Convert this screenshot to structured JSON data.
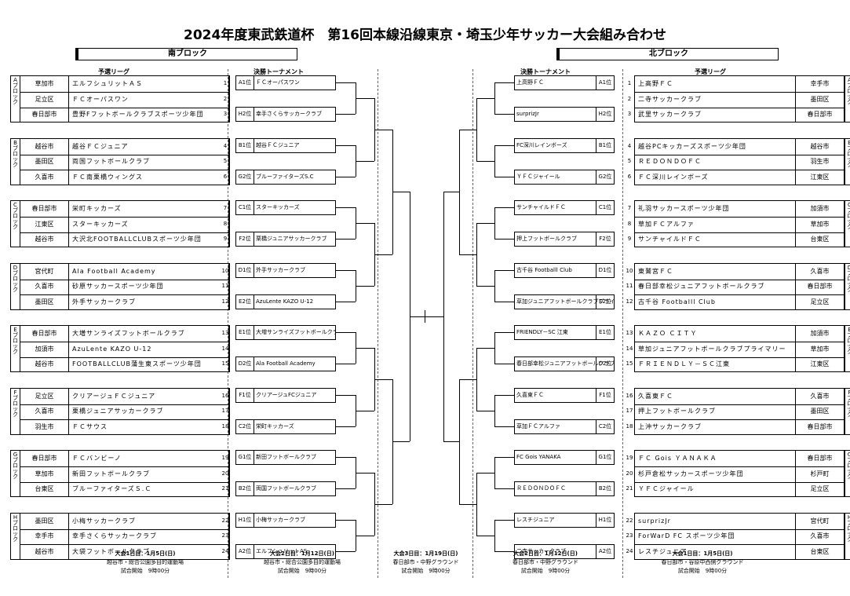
{
  "title": "2024年度東武鉄道杯　第16回本線沿線東京・埼玉少年サッカー大会組み合わせ",
  "south": {
    "header": "南ブロック",
    "prelim_label": "予選リーグ",
    "final_label": "決勝トーナメント",
    "groups": [
      {
        "label": "Aブロック",
        "rows": [
          {
            "city": "草加市",
            "team": "エルフシュリットＡＳ",
            "num": "1"
          },
          {
            "city": "足立区",
            "team": "ＦＣオーパスワン",
            "num": "2"
          },
          {
            "city": "春日部市",
            "team": "豊野Fフットボールクラブスポーツ少年団",
            "num": "3"
          }
        ]
      },
      {
        "label": "Bブロック",
        "rows": [
          {
            "city": "越谷市",
            "team": "越谷ＦＣジュニア",
            "num": "4"
          },
          {
            "city": "墨田区",
            "team": "両国フットボールクラブ",
            "num": "5"
          },
          {
            "city": "久喜市",
            "team": "ＦＣ南栗橋ウィングス",
            "num": "6"
          }
        ]
      },
      {
        "label": "Cブロック",
        "rows": [
          {
            "city": "春日部市",
            "team": "栄町キッカーズ",
            "num": "7"
          },
          {
            "city": "江東区",
            "team": "スターキッカーズ",
            "num": "8"
          },
          {
            "city": "越谷市",
            "team": "大沢北FOOTBALLCLUBスポーツ少年団",
            "num": "9"
          }
        ]
      },
      {
        "label": "Dブロック",
        "rows": [
          {
            "city": "宮代町",
            "team": "Ala Football Academy",
            "num": "10"
          },
          {
            "city": "久喜市",
            "team": "砂原サッカースポーツ少年団",
            "num": "11"
          },
          {
            "city": "墨田区",
            "team": "外手サッカークラブ",
            "num": "12"
          }
        ]
      },
      {
        "label": "Eブロック",
        "rows": [
          {
            "city": "春日部市",
            "team": "大増サンライズフットボールクラブ",
            "num": "13"
          },
          {
            "city": "加須市",
            "team": "AzuLente KAZO U-12",
            "num": "14"
          },
          {
            "city": "越谷市",
            "team": "FOOTBALLCLUB蒲生東スポーツ少年団",
            "num": "15"
          }
        ]
      },
      {
        "label": "Fブロック",
        "rows": [
          {
            "city": "足立区",
            "team": "クリアージュＦＣジュニア",
            "num": "16"
          },
          {
            "city": "久喜市",
            "team": "栗橋ジュニアサッカークラブ",
            "num": "17"
          },
          {
            "city": "羽生市",
            "team": "ＦＣサウス",
            "num": "18"
          }
        ]
      },
      {
        "label": "Gブロック",
        "rows": [
          {
            "city": "春日部市",
            "team": "ＦＣバンビーノ",
            "num": "19"
          },
          {
            "city": "草加市",
            "team": "新田フットボールクラブ",
            "num": "20"
          },
          {
            "city": "台東区",
            "team": "ブルーファイターズＳ.Ｃ",
            "num": "21"
          }
        ]
      },
      {
        "label": "Hブロック",
        "rows": [
          {
            "city": "墨田区",
            "team": "小梅サッカークラブ",
            "num": "22"
          },
          {
            "city": "幸手市",
            "team": "幸手さくらサッカークラブ",
            "num": "23"
          },
          {
            "city": "越谷市",
            "team": "大袋フットボールクラブ",
            "num": "24"
          }
        ]
      }
    ],
    "bracket": [
      {
        "rank": "A1位",
        "name": "ＦＣオーパスワン"
      },
      {
        "rank": "H2位",
        "name": "幸手さくらサッカークラブ"
      },
      {
        "rank": "B1位",
        "name": "越谷ＦＣジュニア"
      },
      {
        "rank": "G2位",
        "name": "ブルーファイターズS.C"
      },
      {
        "rank": "C1位",
        "name": "スターキッカーズ"
      },
      {
        "rank": "F2位",
        "name": "栗橋ジュニアサッカークラブ"
      },
      {
        "rank": "D1位",
        "name": "外手サッカークラブ"
      },
      {
        "rank": "E2位",
        "name": "AzuLente KAZO U-12"
      },
      {
        "rank": "E1位",
        "name": "大増サンライズフットボールクラブ"
      },
      {
        "rank": "D2位",
        "name": "Ala Football Academy"
      },
      {
        "rank": "F1位",
        "name": "クリアージュFCジュニア"
      },
      {
        "rank": "C2位",
        "name": "栄町キッカーズ"
      },
      {
        "rank": "G1位",
        "name": "新田フットボールクラブ"
      },
      {
        "rank": "B2位",
        "name": "両国フットボールクラブ"
      },
      {
        "rank": "H1位",
        "name": "小梅サッカークラブ"
      },
      {
        "rank": "A2位",
        "name": "エルフシュリットAS"
      }
    ],
    "foot_prelim": [
      "大会1日目：1月5日(日)",
      "越谷市・総合公園多目的運動場",
      "試合開始　9時00分"
    ],
    "foot_final": [
      "大会2日目：1月12日(日)",
      "越谷市・総合公園多目的運動場",
      "試合開始　9時00分"
    ]
  },
  "center_foot": [
    "大会3日目：1月19日(日)",
    "春日部市・中野グラウンド",
    "試合開始　9時00分"
  ],
  "north": {
    "header": "北ブロック",
    "prelim_label": "予選リーグ",
    "final_label": "決勝トーナメント",
    "groups": [
      {
        "label": "Aブロック",
        "rows": [
          {
            "city": "幸手市",
            "team": "上高野ＦＣ",
            "num": "1"
          },
          {
            "city": "墨田区",
            "team": "二寺サッカークラブ",
            "num": "2"
          },
          {
            "city": "春日部市",
            "team": "武里サッカークラブ",
            "num": "3"
          }
        ]
      },
      {
        "label": "Bブロック",
        "rows": [
          {
            "city": "越谷市",
            "team": "越谷PCキッカーズスポーツ少年団",
            "num": "4"
          },
          {
            "city": "羽生市",
            "team": "ＲＥＤＯＮＤＯＦＣ",
            "num": "5"
          },
          {
            "city": "江東区",
            "team": "ＦＣ深川レインボーズ",
            "num": "6"
          }
        ]
      },
      {
        "label": "Cブロック",
        "rows": [
          {
            "city": "加須市",
            "team": "礼羽サッカースポーツ少年団",
            "num": "7"
          },
          {
            "city": "草加市",
            "team": "草加ＦＣアルファ",
            "num": "8"
          },
          {
            "city": "台東区",
            "team": "サンチャイルドＦＣ",
            "num": "9"
          }
        ]
      },
      {
        "label": "Dブロック",
        "rows": [
          {
            "city": "久喜市",
            "team": "東鷲宮ＦＣ",
            "num": "10"
          },
          {
            "city": "春日部市",
            "team": "春日部幸松ジュニアフットボールクラブ",
            "num": "11"
          },
          {
            "city": "足立区",
            "team": "古千谷 Footballl Club",
            "num": "12"
          }
        ]
      },
      {
        "label": "Eブロック",
        "rows": [
          {
            "city": "加須市",
            "team": "ＫＡＺＯ ＣＩＴＹ",
            "num": "13"
          },
          {
            "city": "草加市",
            "team": "草加ジュニアフットボールクラブプライマリー",
            "num": "14"
          },
          {
            "city": "江東区",
            "team": "ＦＲＩＥＮＤＬＹ－ＳＣ江東",
            "num": "15"
          }
        ]
      },
      {
        "label": "Fブロック",
        "rows": [
          {
            "city": "久喜市",
            "team": "久喜東ＦＣ",
            "num": "16"
          },
          {
            "city": "墨田区",
            "team": "押上フットボールクラブ",
            "num": "17"
          },
          {
            "city": "春日部市",
            "team": "上沖サッカークラブ",
            "num": "18"
          }
        ]
      },
      {
        "label": "Gブロック",
        "rows": [
          {
            "city": "春日部市",
            "team": "ＦＣ Gois ＹＡＮＡＫＡ",
            "num": "19"
          },
          {
            "city": "杉戸町",
            "team": "杉戸倉松サッカースポーツ少年団",
            "num": "20"
          },
          {
            "city": "足立区",
            "team": "ＹＦＣジャイール",
            "num": "21"
          }
        ]
      },
      {
        "label": "Hブロック",
        "rows": [
          {
            "city": "宮代町",
            "team": "surprizJr",
            "num": "22"
          },
          {
            "city": "久喜市",
            "team": "ForWarD FC スポーツ少年団",
            "num": "23"
          },
          {
            "city": "台東区",
            "team": "レスチジュニア",
            "num": "24"
          }
        ]
      }
    ],
    "bracket": [
      {
        "rank": "A1位",
        "name": "上高野ＦＣ"
      },
      {
        "rank": "H2位",
        "name": "surprizJr"
      },
      {
        "rank": "B1位",
        "name": "FC深川レインボーズ"
      },
      {
        "rank": "G2位",
        "name": "ＹＦＣジャイール"
      },
      {
        "rank": "C1位",
        "name": "サンチャイルドＦＣ"
      },
      {
        "rank": "F2位",
        "name": "押上フットボールクラブ"
      },
      {
        "rank": "D1位",
        "name": "古千谷 Footballl Club"
      },
      {
        "rank": "E2位",
        "name": "草加ジュニアフットボールクラブプライマリー"
      },
      {
        "rank": "E1位",
        "name": "FRIENDLY－SC 江東"
      },
      {
        "rank": "D2位",
        "name": "春日部幸松ジュニアフットボールクラブ"
      },
      {
        "rank": "F1位",
        "name": "久喜東ＦＣ"
      },
      {
        "rank": "C2位",
        "name": "草加ＦＣアルファ"
      },
      {
        "rank": "G1位",
        "name": "FC Gois YANAKA"
      },
      {
        "rank": "B2位",
        "name": "ＲＥＤＯＮＤＯＦＣ"
      },
      {
        "rank": "H1位",
        "name": "レスチジュニア"
      },
      {
        "rank": "A2位",
        "name": "二寺サッカークラブ"
      }
    ],
    "foot_prelim": [
      "大会1日目：1月5日(日)",
      "春日部市・谷原中西側グラウンド",
      "試合開始　9時00分"
    ],
    "foot_final": [
      "大会2日目：1月12日(日)",
      "春日部市・中野グラウンド",
      "試合開始　9時00分"
    ]
  }
}
